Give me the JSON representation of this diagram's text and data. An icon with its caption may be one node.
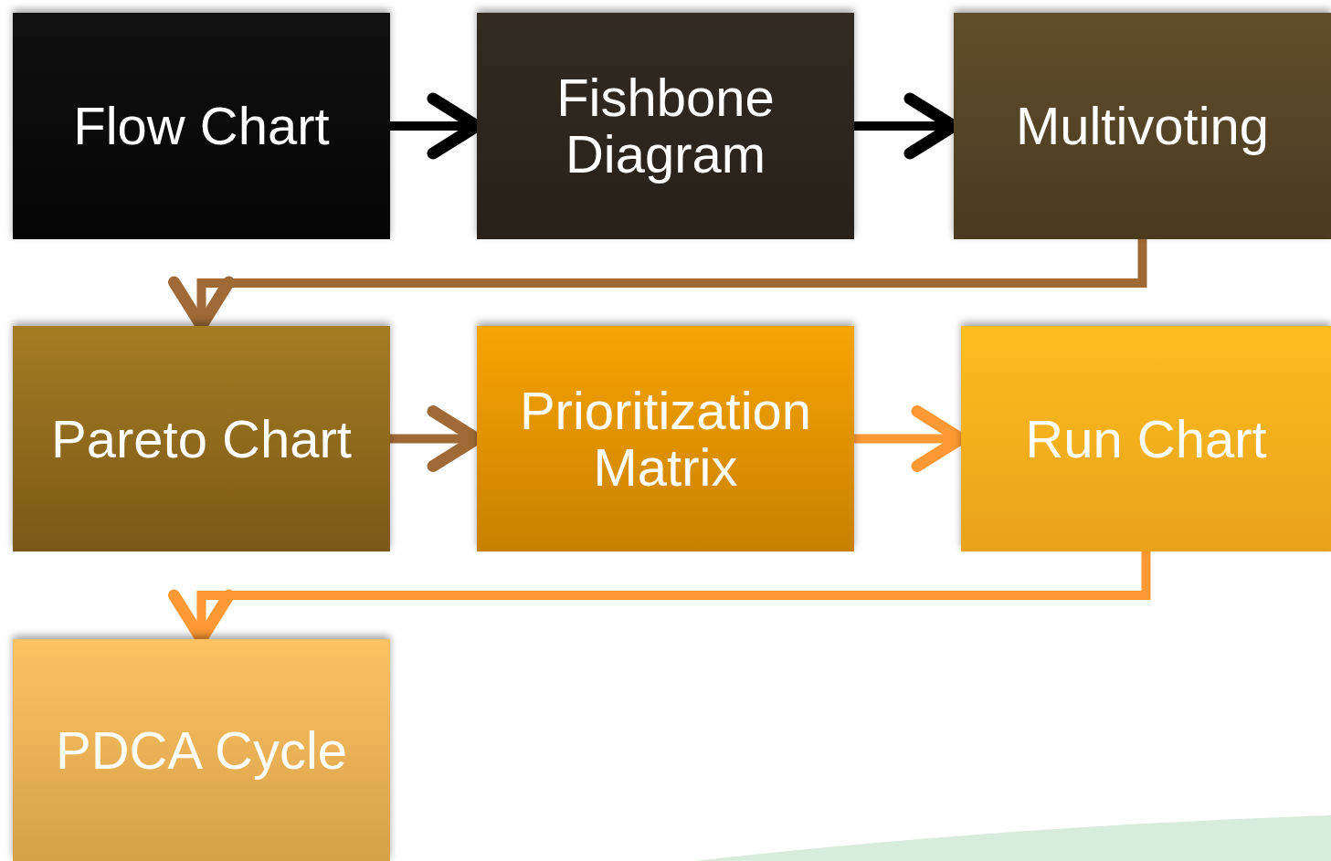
{
  "diagram": {
    "nodes": [
      {
        "text": [
          "Flow Chart"
        ]
      },
      {
        "text": [
          "Fishbone Diagram"
        ]
      },
      {
        "text": [
          "Multivoting"
        ]
      },
      {
        "text": [
          "Pareto Chart"
        ]
      },
      {
        "text": [
          "Prioritization Matrix"
        ]
      },
      {
        "text": [
          "Run Chart"
        ]
      },
      {
        "text": [
          "PDCA Cycle"
        ]
      }
    ],
    "edges": [
      {
        "from": 0,
        "to": 1,
        "arrow": "to",
        "color": "#000000"
      },
      {
        "from": 1,
        "to": 2,
        "arrow": "to",
        "color": "#000000"
      },
      {
        "from": 2,
        "to": 3,
        "arrow": "to",
        "color": "#a06a36"
      },
      {
        "from": 3,
        "to": 4,
        "arrow": "to",
        "color": "#a06a36"
      },
      {
        "from": 4,
        "to": 5,
        "arrow": "to",
        "color": "#ff9933"
      },
      {
        "from": 5,
        "to": 6,
        "arrow": "to",
        "color": "#ff9933"
      }
    ]
  }
}
